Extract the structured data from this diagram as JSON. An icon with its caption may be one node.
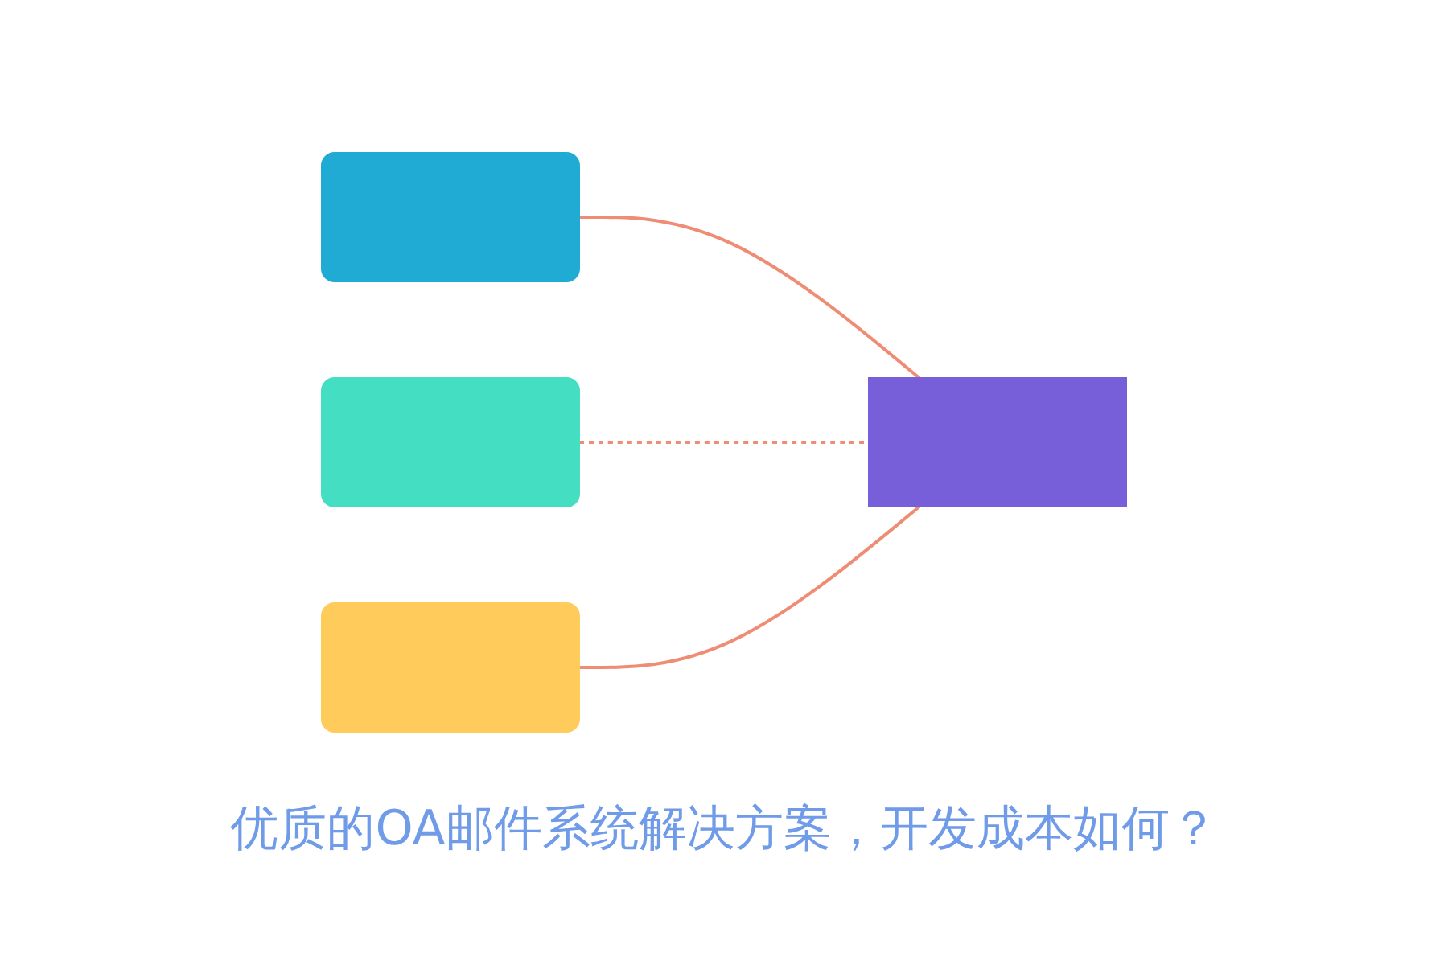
{
  "diagram": {
    "title": "优质的OA邮件系统解决方案，开发成本如何？",
    "nodes": [
      {
        "text": [],
        "shape": "box"
      },
      {
        "text": [],
        "shape": "box"
      },
      {
        "text": [],
        "shape": "box"
      },
      {
        "text": [],
        "shape": "box"
      }
    ],
    "edges": [
      {
        "from": 0,
        "to": 3,
        "arrow": "none"
      },
      {
        "from": 1,
        "to": 3,
        "arrow": "none",
        "style": "dashed"
      },
      {
        "from": 2,
        "to": 3,
        "arrow": "none"
      }
    ]
  }
}
